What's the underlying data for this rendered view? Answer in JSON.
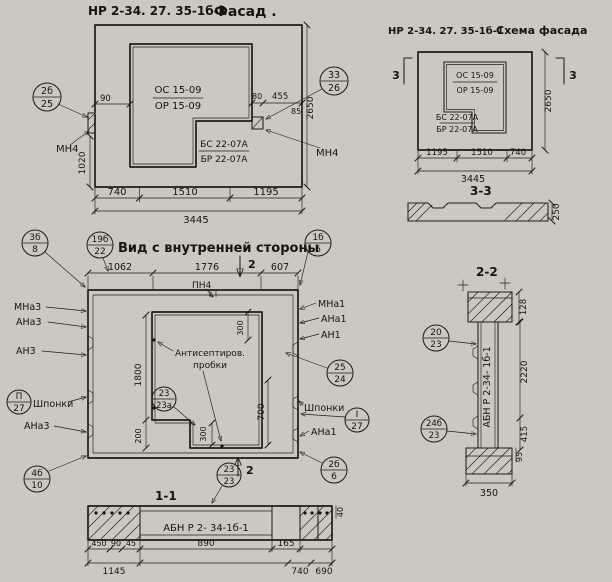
{
  "colors": {
    "paper": "#cac8c0",
    "ink": "#211d15"
  },
  "facade": {
    "title_code": "НР 2-34. 27. 35-1б-1",
    "title_name": "Фасад .",
    "os": "ОС 15-09",
    "or_": "ОР 15-09",
    "bs": "БС 22-07А",
    "br": "БР 22-07А",
    "mn4_left": "МН4",
    "mn4_right": "МН4",
    "mark_left_num": "2б",
    "mark_left_den": "25",
    "mark_right_num": "33",
    "mark_right_den": "26",
    "d90": "90",
    "d80": "80",
    "d455": "455",
    "d85": "85",
    "d1020": "1020",
    "d2650": "2650",
    "d740": "740",
    "d1510": "1510",
    "d1195": "1195",
    "d3445": "3445"
  },
  "scheme": {
    "title_code": "НР 2-34. 27. 35-1б-1",
    "title_name": "Схема фасада",
    "os": "ОС 15-09",
    "or_": "ОР 15-09",
    "bs": "БС 22-07А",
    "br": "БР 22-07А",
    "flag_left": "3",
    "flag_right": "3",
    "d1195": "1195",
    "d1510": "1510",
    "d740": "740",
    "d3445": "3445",
    "d2650": "2650"
  },
  "sec33": {
    "title": "3-3",
    "d250": "250"
  },
  "inner": {
    "title": "Вид с внутренней стороны",
    "pn4": "ПН4",
    "flag_top": "2",
    "flag_bottom": "2",
    "d1062": "1062",
    "d1776": "1776",
    "d607": "607",
    "d300_top": "300",
    "d1800": "1800",
    "d200": "200",
    "d300_step": "300",
    "d700": "700",
    "antiseptic_line1": "Антисептиров.",
    "antiseptic_line2": "пробки",
    "shponki_left": "Шпонки",
    "shponki_right": "Шпонки",
    "mna3_top": "МНа3",
    "ana3_top": "АНа3",
    "an3": "АН3",
    "ana3_bottom": "АНа3",
    "mna1_top": "МНа1",
    "ana1_top": "АНа1",
    "an1": "АН1",
    "ana1_bottom": "АНа1",
    "mark_3b8_num": "3б",
    "mark_3b8_den": "8",
    "mark_19b22_num": "19б",
    "mark_19b22_den": "22",
    "mark_1b6_num": "1б",
    "mark_1b6_den": "6",
    "mark_2323a_num": "23",
    "mark_2323a_den": "23а",
    "mark_2524_num": "25",
    "mark_2524_den": "24",
    "mark_p27_num": "П",
    "mark_p27_den": "27",
    "mark_i27_num": "I",
    "mark_i27_den": "27",
    "mark_4b10_num": "4б",
    "mark_4b10_den": "10",
    "mark_2b6_num": "2б",
    "mark_2b6_den": "6",
    "mark_2323_num": "23",
    "mark_2323_den": "23"
  },
  "sec11": {
    "title": "1-1",
    "label": "АБН Р 2- 34-1б-1",
    "d450": "450",
    "d90": "90",
    "d45": "45",
    "d1145": "1145",
    "d890": "890",
    "d165": "165",
    "d740": "740",
    "d690": "690",
    "d40": "40"
  },
  "sec22": {
    "title": "2-2",
    "label": "АБН Р 2-34- 1б-1",
    "d128": "128",
    "d2220": "2220",
    "d415": "415",
    "d95": "95",
    "d350": "350",
    "mark_2023_num": "20",
    "mark_2023_den": "23",
    "mark_24b23_num": "24б",
    "mark_24b23_den": "23"
  }
}
